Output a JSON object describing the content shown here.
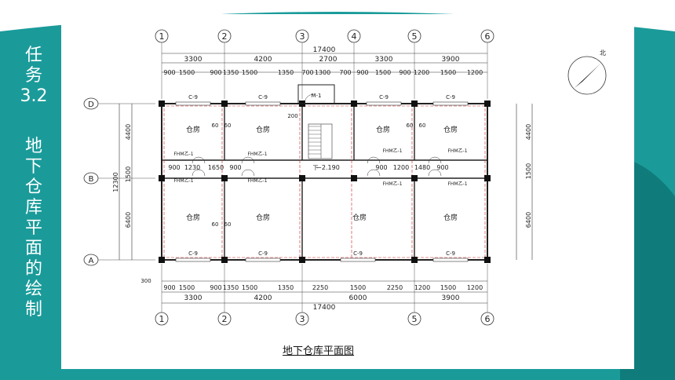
{
  "sidebar": {
    "label_line1": [
      "任",
      "务",
      "3.2"
    ],
    "label_line2": [
      "地",
      "下",
      "仓",
      "库",
      "平",
      "面",
      "的",
      "绘",
      "制"
    ]
  },
  "plan": {
    "caption": "地下仓库平面图",
    "axis_top": [
      "1",
      "2",
      "3",
      "4",
      "5",
      "6"
    ],
    "axis_bottom": [
      "1",
      "2",
      "3",
      "5",
      "6"
    ],
    "axis_left": [
      "D",
      "B",
      "A"
    ],
    "dim_total": "17400",
    "dim_top_bays": [
      "3300",
      "4200",
      "2700",
      "3300",
      "3900"
    ],
    "dim_top_details": [
      "900",
      "1500",
      "900",
      "1350",
      "1500",
      "1350",
      "700",
      "1300",
      "700",
      "900",
      "1500",
      "900",
      "1200",
      "1500",
      "1200"
    ],
    "dim_bottom_details": [
      "900",
      "1500",
      "900",
      "1350",
      "1500",
      "1350",
      "2250",
      "1500",
      "2250",
      "1200",
      "1500",
      "1200"
    ],
    "dim_bottom_bays": [
      "3300",
      "4200",
      "6000",
      "3900"
    ],
    "dim_left_rows": [
      "4400",
      "1500",
      "6400"
    ],
    "dim_left_total": "12300",
    "dim_right_rows": [
      "4400",
      "1500",
      "6400"
    ],
    "window_label": "C-9",
    "door_main": "M-1",
    "door_fire": "FHM乙-1",
    "room_label": "仓房",
    "elevation": "−2.190",
    "stair_down": "下",
    "wall_note_200": "200",
    "wall_note_300": "300",
    "col_gap": "60",
    "corridor_dims": [
      "900",
      "1230",
      "1650",
      "900",
      "900",
      "1200",
      "1480",
      "900"
    ],
    "north_label": "北"
  },
  "colors": {
    "teal": "#1a9b9a",
    "dark_teal": "#0f7c7b"
  }
}
